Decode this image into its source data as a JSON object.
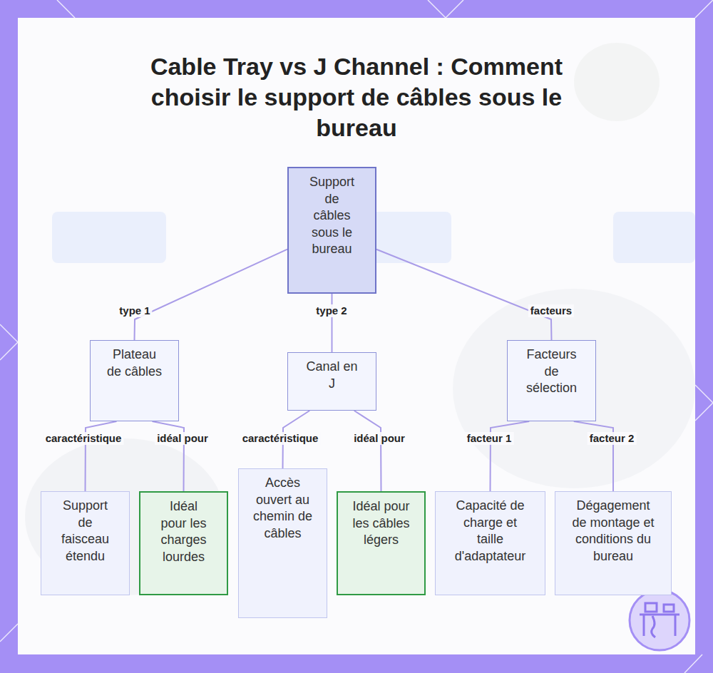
{
  "diagram": {
    "title": "Cable Tray vs J Channel : Comment choisir le support de câbles sous le bureau",
    "nodes": [
      {
        "text": [
          "Support de câbles sous le bureau"
        ]
      },
      {
        "text": [
          "Plateau de câbles"
        ]
      },
      {
        "text": [
          "Canal en J"
        ]
      },
      {
        "text": [
          "Facteurs de sélection"
        ]
      },
      {
        "text": [
          "Support de faisceau étendu"
        ]
      },
      {
        "text": [
          "Idéal pour les charges lourdes"
        ]
      },
      {
        "text": [
          "Accès ouvert au chemin de câbles"
        ]
      },
      {
        "text": [
          "Idéal pour les câbles légers"
        ]
      },
      {
        "text": [
          "Capacité de charge et taille d'adaptateur"
        ]
      },
      {
        "text": [
          "Dégagement de montage et conditions du bureau"
        ]
      }
    ],
    "edges": [
      {
        "from": 0,
        "to": 1,
        "label": "type 1",
        "arrow": "none"
      },
      {
        "from": 0,
        "to": 2,
        "label": "type 2",
        "arrow": "none"
      },
      {
        "from": 0,
        "to": 3,
        "label": "facteurs",
        "arrow": "none"
      },
      {
        "from": 1,
        "to": 4,
        "label": "caractéristique",
        "arrow": "none"
      },
      {
        "from": 1,
        "to": 5,
        "label": "idéal pour",
        "arrow": "none"
      },
      {
        "from": 2,
        "to": 6,
        "label": "caractéristique",
        "arrow": "none"
      },
      {
        "from": 2,
        "to": 7,
        "label": "idéal pour",
        "arrow": "none"
      },
      {
        "from": 3,
        "to": 8,
        "label": "facteur 1",
        "arrow": "none"
      },
      {
        "from": 3,
        "to": 9,
        "label": "facteur 2",
        "arrow": "none"
      }
    ]
  }
}
